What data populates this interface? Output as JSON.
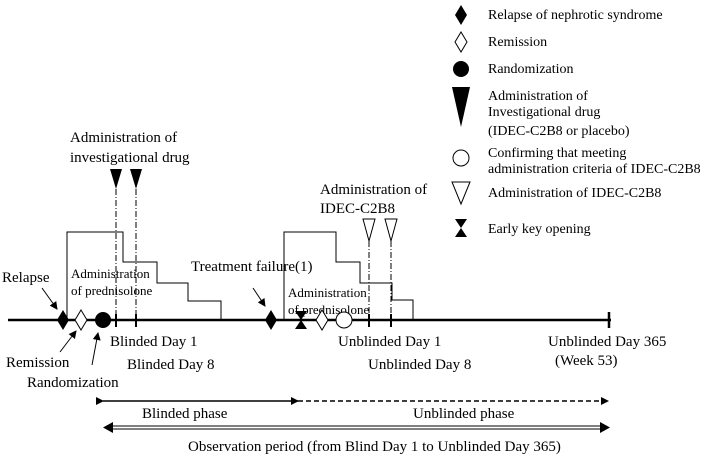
{
  "legend": {
    "relapse": "Relapse of nephrotic syndrome",
    "remission": "Remission",
    "randomization": "Randomization",
    "investigational_line1": "Administration of",
    "investigational_line2": "Investigational drug",
    "investigational_line3": "(IDEC-C2B8 or placebo)",
    "confirming_line1": "Confirming that meeting",
    "confirming_line2": "administration criteria of IDEC-C2B8",
    "idec_admin": "Administration of IDEC-C2B8",
    "early_key": "Early key opening"
  },
  "diagram": {
    "admin_investigational_line1": "Administration of",
    "admin_investigational_line2": "investigational drug",
    "admin_idec_line1": "Administration of",
    "admin_idec_line2": "IDEC-C2B8",
    "relapse": "Relapse",
    "admin_pred_1_line1": "Administration",
    "admin_pred_1_line2": "of prednisolone",
    "treatment_failure": "Treatment failure(1)",
    "admin_pred_2_line1": "Administration",
    "admin_pred_2_line2": "of prednisolone",
    "remission": "Remission",
    "randomization": "Randomization",
    "blinded_day1": "Blinded Day 1",
    "blinded_day8": "Blinded Day 8",
    "unblinded_day1": "Unblinded Day 1",
    "unblinded_day8": "Unblinded Day 8",
    "unblinded_day365": "Unblinded Day 365",
    "week53": "(Week 53)",
    "blinded_phase": "Blinded phase",
    "unblinded_phase": "Unblinded phase",
    "observation_period": "Observation period (from Blind Day 1 to Unblinded Day 365)"
  }
}
